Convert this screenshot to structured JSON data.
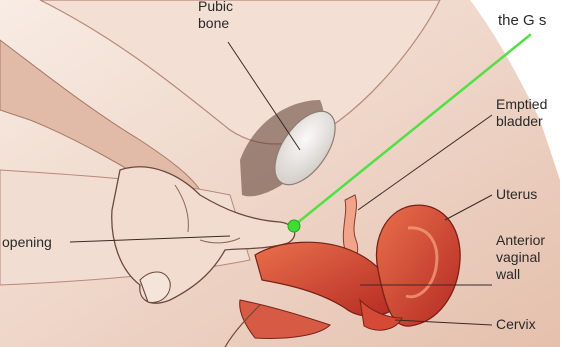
{
  "labels": {
    "pubic_bone": [
      "Pubic",
      "bone"
    ],
    "g_spot": "the G s",
    "emptied_bladder": [
      "Emptied",
      "bladder"
    ],
    "uterus": "Uterus",
    "opening": "opening",
    "anterior_vaginal_wall": [
      "Anterior",
      "vaginal",
      "wall"
    ],
    "cervix": "Cervix"
  },
  "colors": {
    "skin_light": "#f6e6dc",
    "skin_mid": "#e9c8b6",
    "skin_shadow": "#c99784",
    "outline": "#5a3a30",
    "organ_red": "#c8352a",
    "organ_highlight": "#e6734f",
    "bone": "#ece9e6",
    "pointer_green": "#52e046",
    "leader": "#3a2a25",
    "background": "#ffffff"
  },
  "icons": [
    "g-spot-marker-icon",
    "pointer-line-icon"
  ]
}
